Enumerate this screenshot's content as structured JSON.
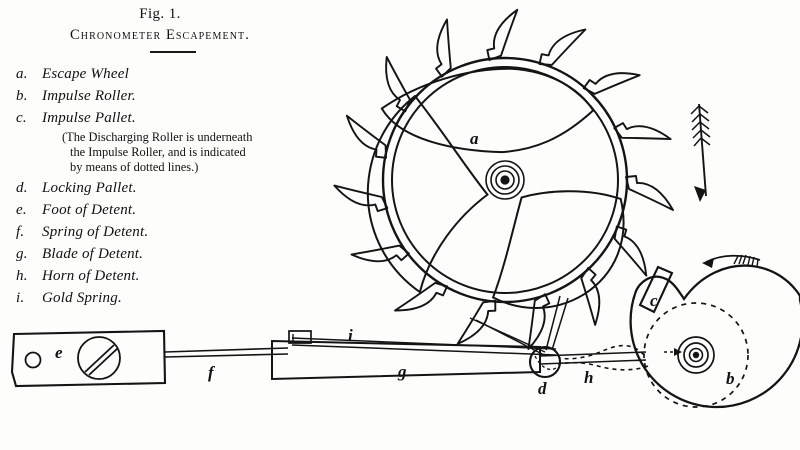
{
  "figure": {
    "number": "Fig. 1.",
    "title": "Chronometer Escapement.",
    "note_lines": [
      "(The Discharging Roller is underneath",
      "the Impulse Roller, and is indicated",
      "by means of dotted lines.)"
    ]
  },
  "legend": [
    {
      "key": "a.",
      "text": "Escape Wheel"
    },
    {
      "key": "b.",
      "text": "Impulse Roller."
    },
    {
      "key": "c.",
      "text": "Impulse Pallet."
    },
    {
      "key": "d.",
      "text": "Locking Pallet."
    },
    {
      "key": "e.",
      "text": "Foot of Detent."
    },
    {
      "key": "f.",
      "text": "Spring of Detent."
    },
    {
      "key": "g.",
      "text": "Blade of Detent."
    },
    {
      "key": "h.",
      "text": "Horn of Detent."
    },
    {
      "key": "i.",
      "text": "Gold Spring."
    }
  ],
  "callouts": {
    "escape_wheel": "a",
    "impulse_roller": "b",
    "impulse_pallet": "c",
    "locking_pallet": "d",
    "foot_of_detent": "e",
    "spring_of_detent": "f",
    "blade_of_detent": "g",
    "horn_of_detent": "h",
    "gold_spring": "i"
  },
  "colors": {
    "ink": "#141414",
    "paper": "#fdfdfc"
  }
}
